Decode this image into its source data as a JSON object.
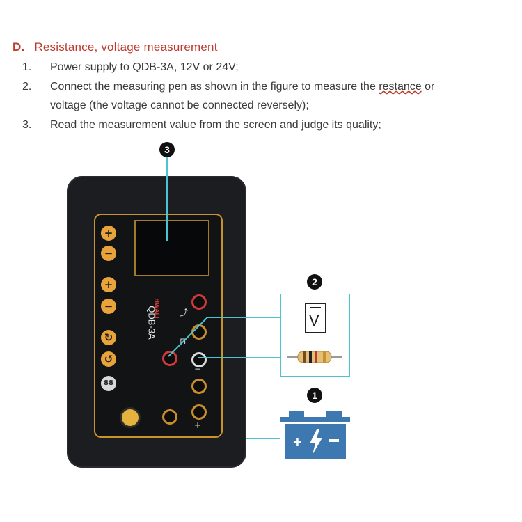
{
  "section": {
    "letter": "D.",
    "title": "Resistance, voltage measurement"
  },
  "steps": [
    {
      "num": "1.",
      "text": "Power supply to QDB-3A, 12V or 24V;"
    },
    {
      "num": "2.",
      "text_before": "Connect the measuring pen as shown in the figure to measure the ",
      "text_wavy": "restance",
      "text_after": " or",
      "text_cont": "voltage (the voltage cannot be connected reversely);"
    },
    {
      "num": "3.",
      "text": "Read the measurement value from the screen and judge its quality;"
    }
  ],
  "device": {
    "logo": "HWALI",
    "model": "QDB-3A",
    "buttons": [
      "+",
      "−",
      "+",
      "−",
      "↻",
      "↺",
      "88"
    ]
  },
  "callouts": [
    "3",
    "2",
    "1"
  ],
  "meter_symbol": "V",
  "colors": {
    "heading": "#c0392b",
    "accent_line": "#4cc3d0",
    "battery": "#3d78b0",
    "device_trim": "#c9932b"
  }
}
